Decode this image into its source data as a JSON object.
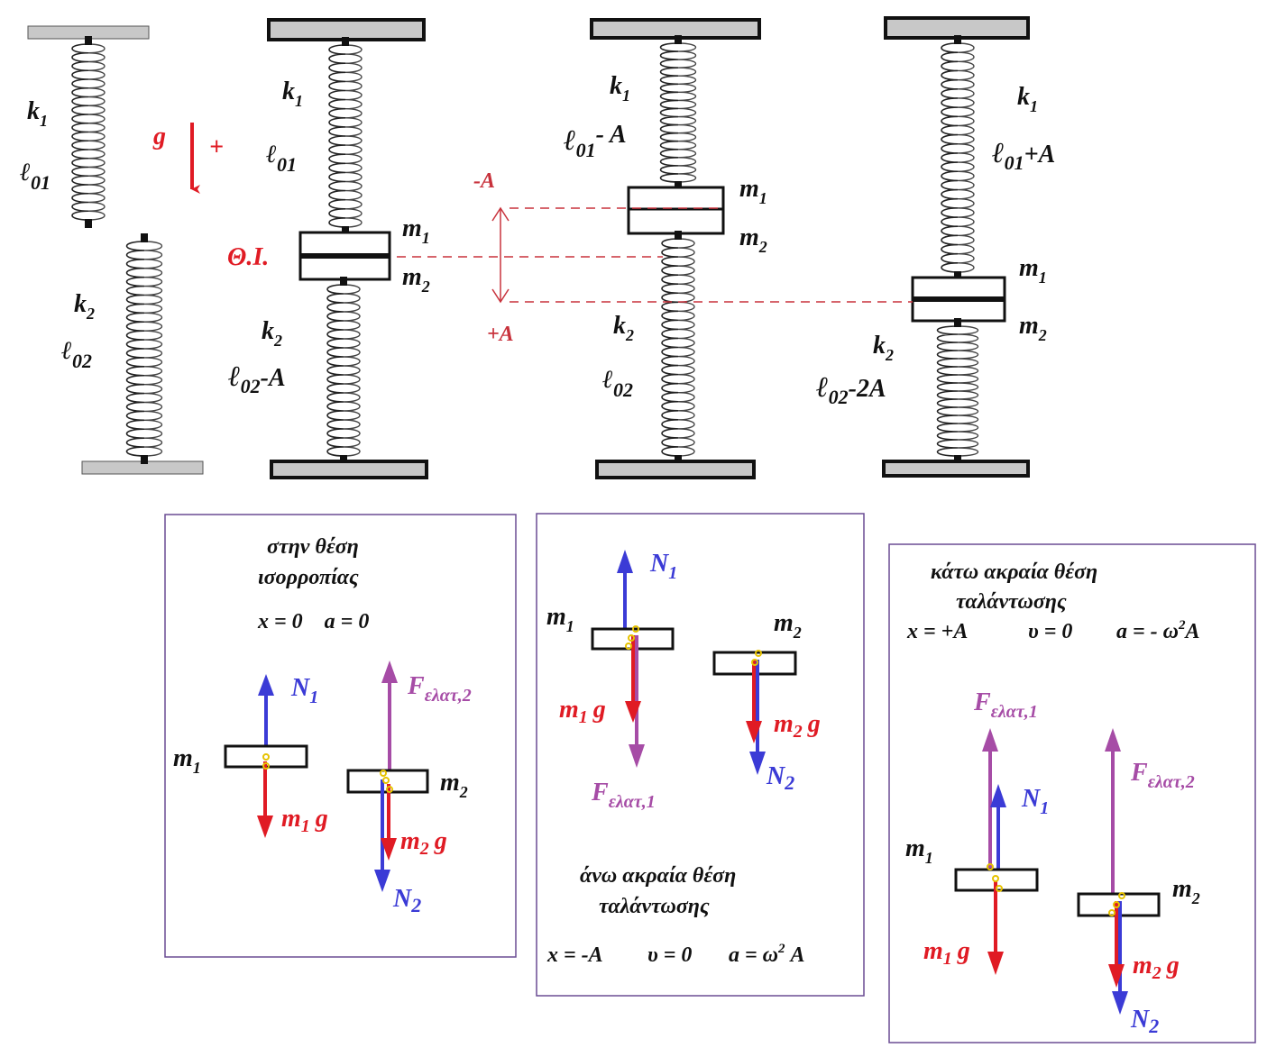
{
  "colors": {
    "gravity": "#e01b24",
    "normal": "#3b3bd6",
    "elastic": "#a64ca6",
    "guide": "#c8323c",
    "plate": "#c8c8c8"
  },
  "top": {
    "k1": "k",
    "k1_sub": "1",
    "l01": "ℓ",
    "l01_sub": "01",
    "k2": "k",
    "k2_sub": "2",
    "l02": "ℓ",
    "l02_sub": "02",
    "g": "g",
    "plus": "+",
    "eq_label": "Θ.Ι.",
    "m1": "m",
    "m1_sub": "1",
    "m2": "m",
    "m2_sub": "2",
    "l02_minus_A_tail": "-A",
    "l01_minus_A_tail": "- A",
    "l01_plus_A_tail": "+A",
    "l02_minus_2A_tail": "-2A",
    "minus_A": "-A",
    "plus_A": "+A"
  },
  "panels": {
    "eq": {
      "title1": "στην θέση",
      "title2": "ισορροπίας",
      "cond": "x = 0    a = 0",
      "N1": "N",
      "N1_sub": "1",
      "F2": "F",
      "F2_sub": "ελατ,2",
      "m1": "m",
      "m1_sub": "1",
      "m2": "m",
      "m2_sub": "2",
      "m1g": "m",
      "m1g_sub": "1",
      "m1g_g": "g",
      "m2g": "m",
      "m2g_sub": "2",
      "m2g_g": "g",
      "N2": "N",
      "N2_sub": "2"
    },
    "upper": {
      "N1": "N",
      "N1_sub": "1",
      "m1": "m",
      "m1_sub": "1",
      "m2": "m",
      "m2_sub": "2",
      "m1g": "m",
      "m1g_sub": "1",
      "m1g_g": "g",
      "m2g": "m",
      "m2g_sub": "2",
      "m2g_g": "g",
      "F1": "F",
      "F1_sub": "ελατ,1",
      "N2": "N",
      "N2_sub": "2",
      "title1": "άνω ακραία θέση",
      "title2": "ταλάντωσης",
      "cond_x": "x = -A",
      "cond_v": "υ = 0",
      "cond_a": "a = ω",
      "cond_a_sup": "2",
      "cond_a_tail": " A"
    },
    "lower": {
      "title1": "κάτω ακραία θέση",
      "title2": "ταλάντωσης",
      "cond_x": "x = +A",
      "cond_v": "υ = 0",
      "cond_a": "a = - ω",
      "cond_a_sup": "2",
      "cond_a_tail": "A",
      "F1": "F",
      "F1_sub": "ελατ,1",
      "F2": "F",
      "F2_sub": "ελατ,2",
      "N1": "N",
      "N1_sub": "1",
      "m1": "m",
      "m1_sub": "1",
      "m2": "m",
      "m2_sub": "2",
      "m1g": "m",
      "m1g_sub": "1",
      "m1g_g": "g",
      "m2g": "m",
      "m2g_sub": "2",
      "m2g_g": "g",
      "N2": "N",
      "N2_sub": "2"
    }
  }
}
